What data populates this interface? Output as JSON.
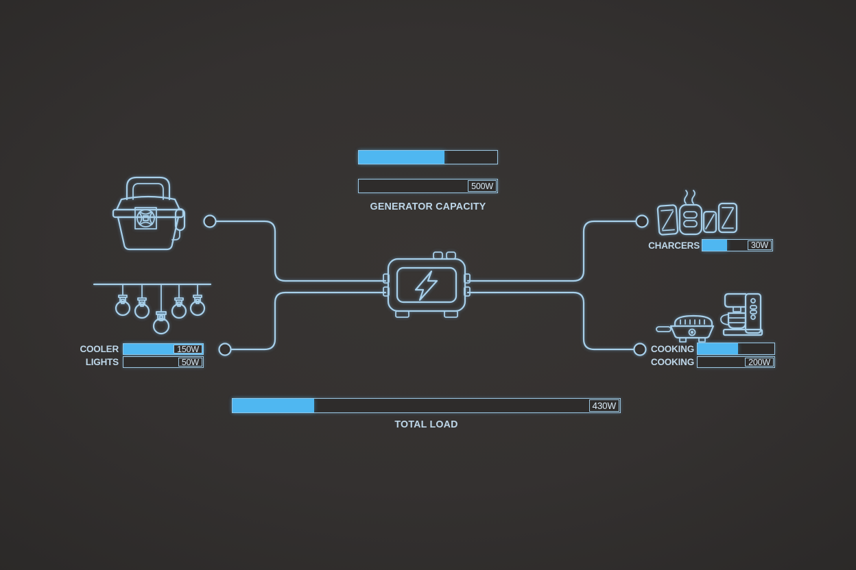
{
  "palette": {
    "background": "#343130",
    "background_edge": "#2b2928",
    "line": "#a8d0ea",
    "text": "#bed7e9",
    "accent_fill": "#4fb7f1",
    "bar_interior": "#2e2c2b"
  },
  "generator": {
    "caption": "GENERATOR CAPACITY",
    "capacity_bar": {
      "fill_pct": 62
    },
    "value_bar": {
      "value": "500W",
      "fill_pct": 0
    }
  },
  "left_panel": {
    "rows": [
      {
        "label": "COOLER",
        "value": "150W",
        "fill_pct": 100
      },
      {
        "label": "LIGHTS",
        "value": "50W",
        "fill_pct": 0
      }
    ]
  },
  "chargers_panel": {
    "rows": [
      {
        "label": "CHARCERS",
        "value": "30W",
        "fill_pct": 35
      }
    ]
  },
  "cooking_panel": {
    "rows": [
      {
        "label": "COOKING",
        "value": "",
        "fill_pct": 53
      },
      {
        "label": "COOKING",
        "value": "200W",
        "fill_pct": 0
      }
    ]
  },
  "total": {
    "caption": "TOTAL LOAD",
    "value": "430W",
    "fill_pct": 21
  },
  "icons": [
    "cooler-icon",
    "string-lights-icon",
    "generator-icon",
    "phone-icon",
    "power-bank-icon",
    "tablet-icon",
    "grill-icon",
    "coffee-maker-icon",
    "lightning-bolt-icon",
    "connection-node"
  ]
}
